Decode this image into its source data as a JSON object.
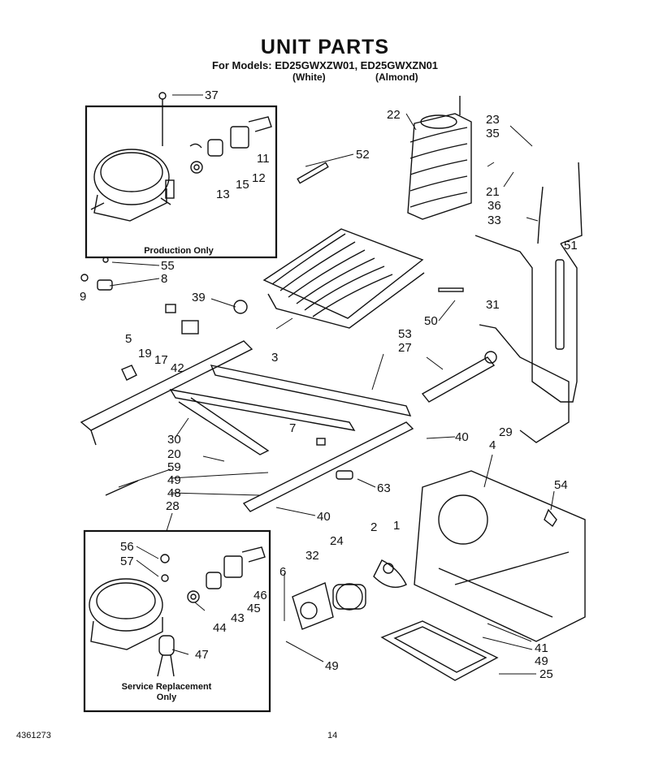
{
  "title": "UNIT PARTS",
  "models_line": "For Models: ED25GWXZW01, ED25GWXZN01",
  "variants": [
    "(White)",
    "(Almond)"
  ],
  "boxes": {
    "production_label": "Production Only",
    "service_label_line1": "Service Replacement",
    "service_label_line2": "Only"
  },
  "callouts": [
    "37",
    "11",
    "12",
    "15",
    "13",
    "22",
    "52",
    "23",
    "35",
    "21",
    "36",
    "33",
    "51",
    "55",
    "8",
    "9",
    "39",
    "3",
    "5",
    "19",
    "17",
    "42",
    "50",
    "53",
    "27",
    "31",
    "29",
    "4",
    "7",
    "40",
    "30",
    "20",
    "59",
    "49",
    "48",
    "63",
    "40",
    "28",
    "54",
    "2",
    "24",
    "1",
    "32",
    "6",
    "56",
    "57",
    "46",
    "45",
    "43",
    "44",
    "47",
    "49",
    "41",
    "49",
    "25"
  ],
  "footer": {
    "doc_number": "4361273",
    "page_number": "14"
  }
}
